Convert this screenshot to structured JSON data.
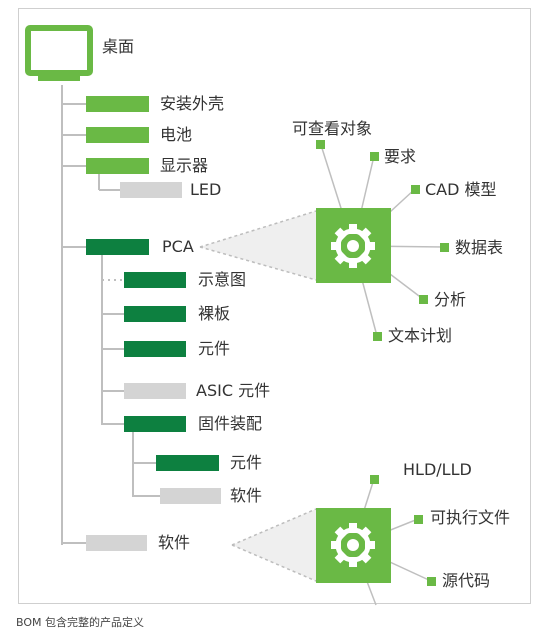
{
  "colors": {
    "light_green": "#6ab945",
    "dark_green": "#0d8040",
    "gray": "#d4d4d4",
    "line": "#bfbfbf",
    "monitor": "#6ab945"
  },
  "icons": {
    "root": "desktop-monitor-icon",
    "hub": "gear-icon"
  },
  "tree": {
    "root": "桌面",
    "enclosure": "安装外壳",
    "battery": "电池",
    "display": "显示器",
    "led": "LED",
    "pca": "PCA",
    "schematic": "示意图",
    "bare_board": "裸板",
    "components": "元件",
    "asic": "ASIC 元件",
    "firmware_assembly": "固件装配",
    "fw_components": "元件",
    "fw_software": "软件",
    "software": "软件"
  },
  "pca_hub": {
    "items": [
      "可查看对象",
      "要求",
      "CAD 模型",
      "数据表",
      "分析",
      "文本计划"
    ]
  },
  "software_hub": {
    "items": [
      "HLD/LLD",
      "可执行文件",
      "源代码"
    ]
  },
  "caption": "BOM 包含完整的产品定义"
}
